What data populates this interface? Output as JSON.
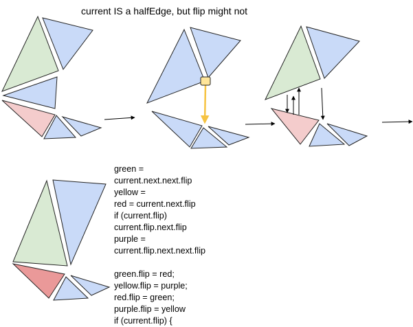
{
  "title": "current IS a halfEdge, but flip might not",
  "code_lines": [
    "green =",
    "current.next.next.flip",
    "yellow =",
    "red = current.next.flip",
    "if (current.flip)",
    "current.flip.next.flip",
    "purple =",
    "current.flip.next.next.flip",
    "",
    "green.flip = red;",
    "yellow.flip = purple;",
    "red.flip = green;",
    "purple.flip = yellow",
    "if (current.flip) {"
  ],
  "colors": {
    "blue": "#c9daf8",
    "green": "#d9ead3",
    "red_light": "#f4cccc",
    "red_dark": "#ea9999",
    "yellow": "#ffe599",
    "yellow_arrow": "#f6c342",
    "stroke": "#1a1a1a"
  }
}
